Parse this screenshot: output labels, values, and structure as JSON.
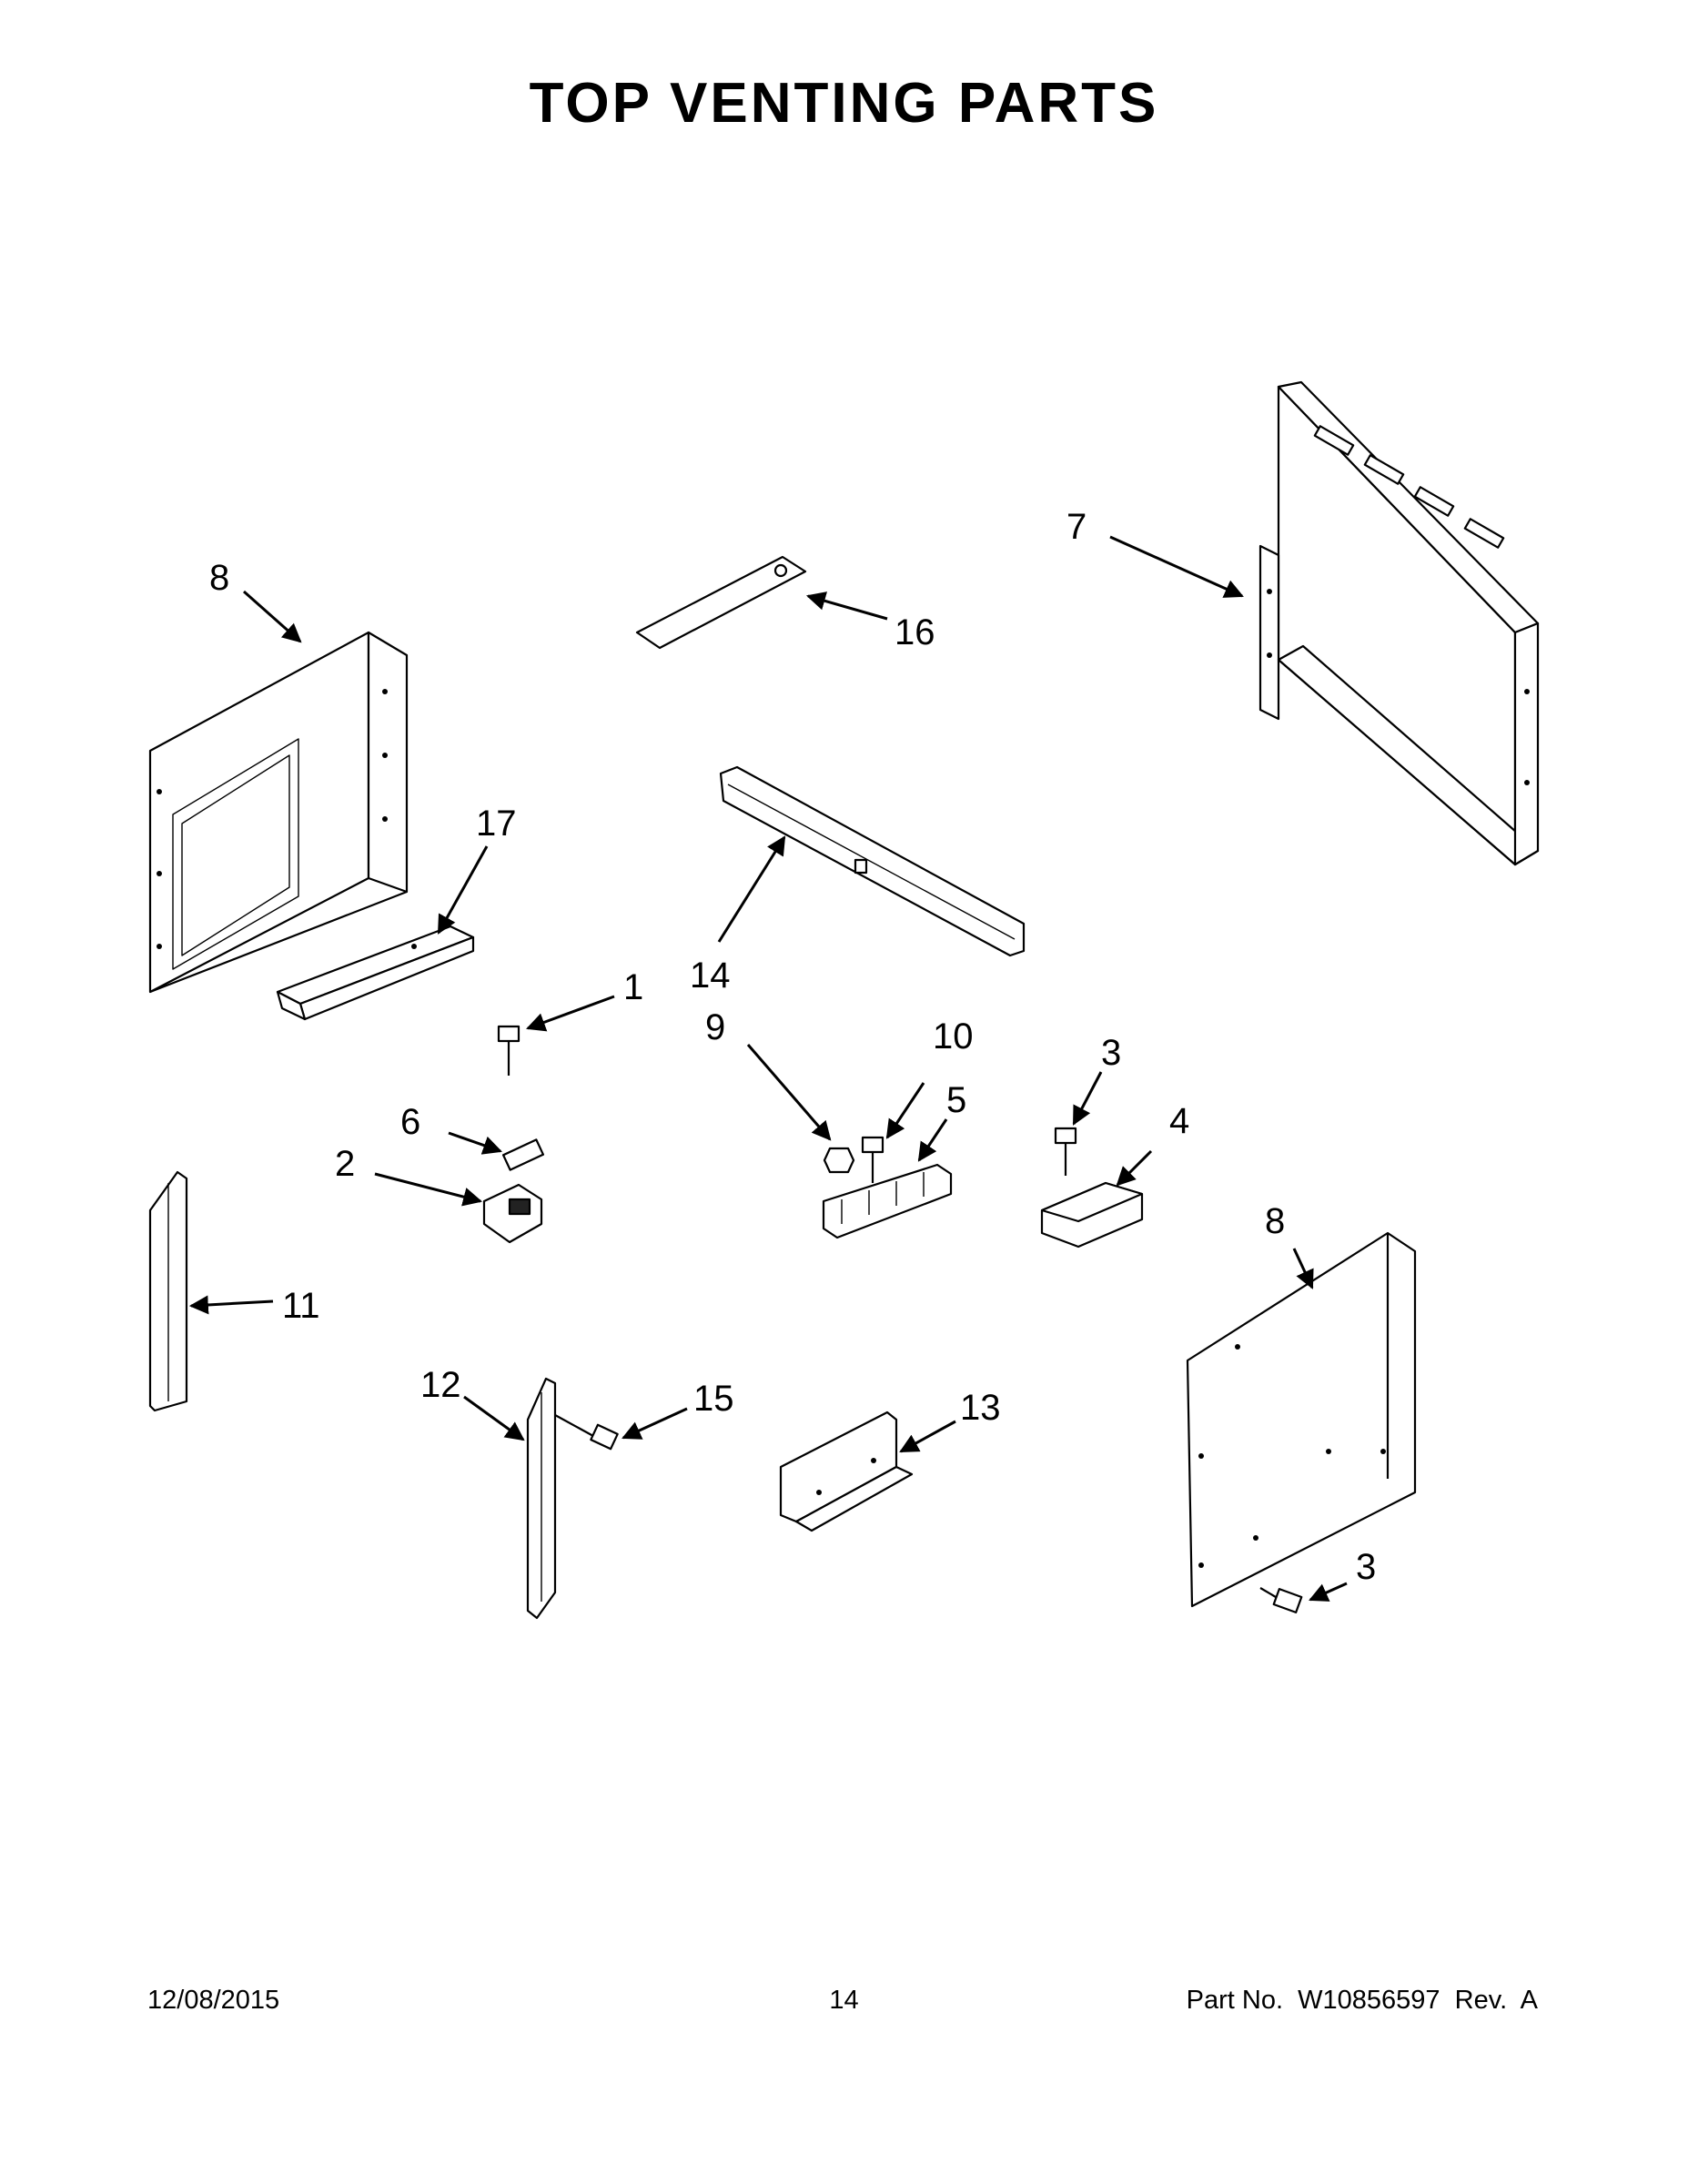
{
  "title": "TOP VENTING PARTS",
  "callouts": {
    "c1": "1",
    "c2": "2",
    "c3a": "3",
    "c3b": "3",
    "c4": "4",
    "c5": "5",
    "c6": "6",
    "c7": "7",
    "c8a": "8",
    "c8b": "8",
    "c9": "9",
    "c10": "10",
    "c11": "11",
    "c12": "12",
    "c13": "13",
    "c14": "14",
    "c15": "15",
    "c16": "16",
    "c17": "17"
  },
  "footer": {
    "date": "12/08/2015",
    "page": "14",
    "part": "Part No.  W10856597  Rev.  A"
  }
}
